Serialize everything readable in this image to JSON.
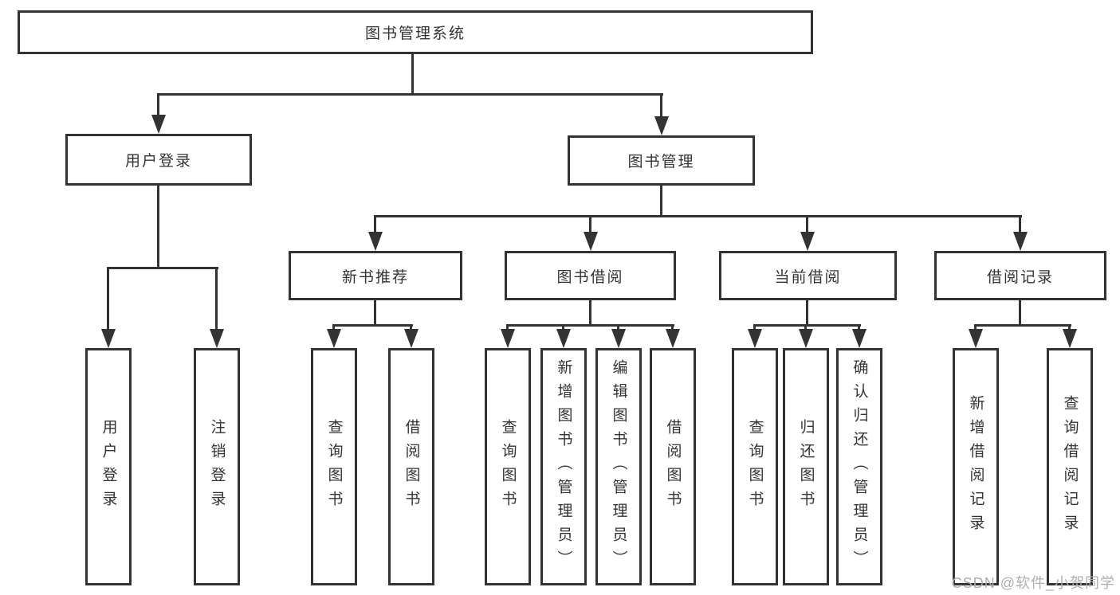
{
  "nodes": {
    "root": "图书管理系统",
    "user_login": "用户登录",
    "book_management": "图书管理",
    "new_book_recommendation": "新书推荐",
    "book_borrowing": "图书借阅",
    "current_borrowing": "当前借阅",
    "borrowing_records": "借阅记录",
    "leaves_user_login": [
      "用户登录",
      "注销登录"
    ],
    "leaves_new_book": [
      "查询图书",
      "借阅图书"
    ],
    "leaves_book_borrowing": [
      "查询图书",
      "新增图书（管理员）",
      "编辑图书（管理员）",
      "借阅图书"
    ],
    "leaves_current_borrowing": [
      "查询图书",
      "归还图书",
      "确认归还（管理员）"
    ],
    "leaves_borrowing_records": [
      "新增借阅记录",
      "查询借阅记录"
    ]
  },
  "watermark": "CSDN @软件_小贺同学",
  "colors": {
    "line": "#333333",
    "text": "#333333",
    "watermark": "#aeaeae",
    "background": "#ffffff"
  }
}
